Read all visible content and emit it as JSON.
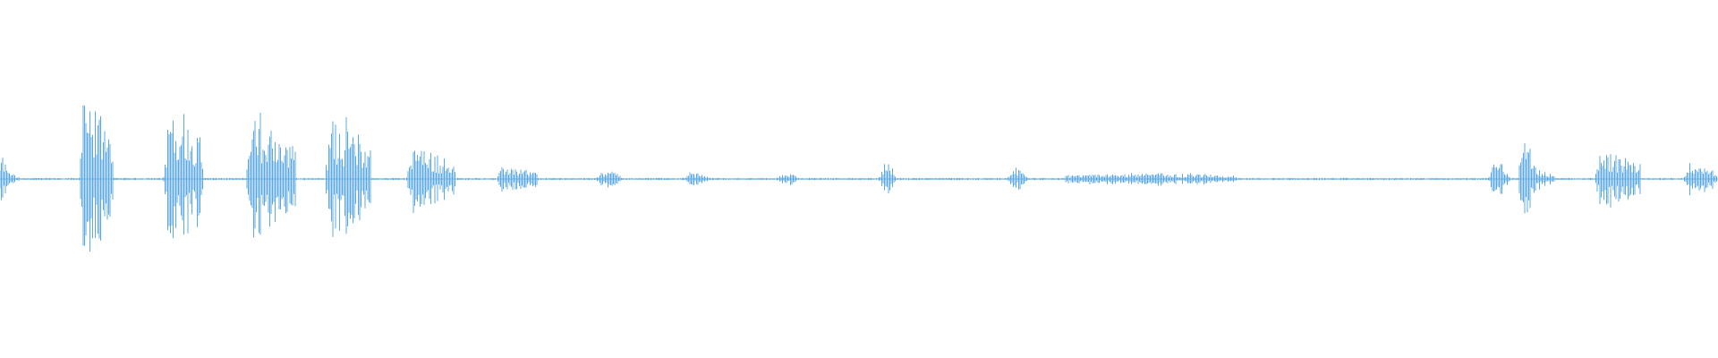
{
  "waveform": {
    "color": "#5BA8E2",
    "background": "#ffffff",
    "amplitude_scale": 1.0,
    "segments": [
      {
        "start": 0.0,
        "end": 0.012,
        "peak": 0.22,
        "shape": "decay"
      },
      {
        "start": 0.046,
        "end": 0.066,
        "peak": 0.65,
        "shape": "burst"
      },
      {
        "start": 0.095,
        "end": 0.118,
        "peak": 0.58,
        "shape": "burst"
      },
      {
        "start": 0.143,
        "end": 0.172,
        "peak": 0.47,
        "shape": "burst"
      },
      {
        "start": 0.189,
        "end": 0.216,
        "peak": 0.48,
        "shape": "burst"
      },
      {
        "start": 0.236,
        "end": 0.265,
        "peak": 0.23,
        "shape": "burst"
      },
      {
        "start": 0.289,
        "end": 0.313,
        "peak": 0.1,
        "shape": "burst"
      },
      {
        "start": 0.344,
        "end": 0.364,
        "peak": 0.06,
        "shape": "swell"
      },
      {
        "start": 0.395,
        "end": 0.415,
        "peak": 0.05,
        "shape": "swell"
      },
      {
        "start": 0.45,
        "end": 0.467,
        "peak": 0.04,
        "shape": "swell"
      },
      {
        "start": 0.511,
        "end": 0.522,
        "peak": 0.14,
        "shape": "swell"
      },
      {
        "start": 0.585,
        "end": 0.6,
        "peak": 0.07,
        "shape": "swell"
      },
      {
        "start": 0.62,
        "end": 0.72,
        "peak": 0.04,
        "shape": "flat"
      },
      {
        "start": 0.865,
        "end": 0.88,
        "peak": 0.15,
        "shape": "swell"
      },
      {
        "start": 0.884,
        "end": 0.905,
        "peak": 0.45,
        "shape": "decay"
      },
      {
        "start": 0.928,
        "end": 0.955,
        "peak": 0.22,
        "shape": "burst"
      },
      {
        "start": 0.98,
        "end": 1.0,
        "peak": 0.12,
        "shape": "burst"
      }
    ]
  }
}
